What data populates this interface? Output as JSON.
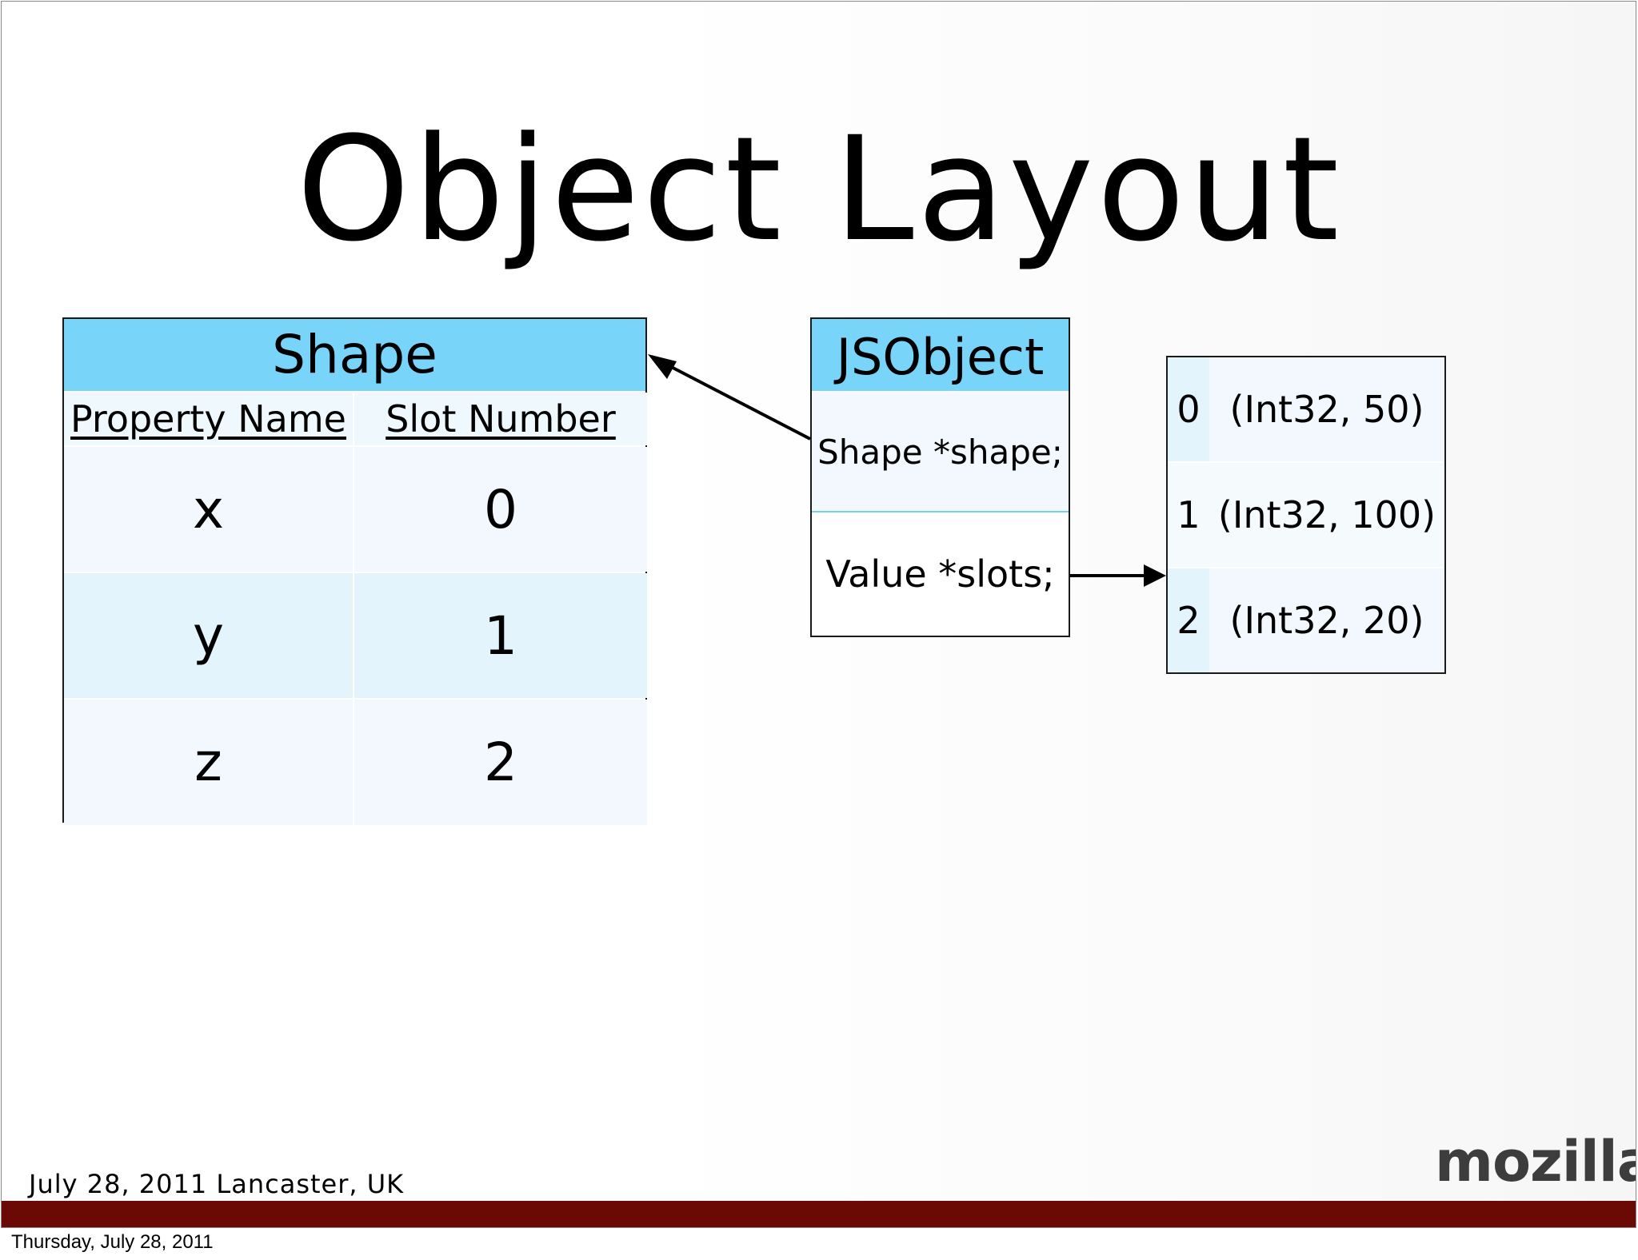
{
  "slide": {
    "title": "Object Layout",
    "footer_left": "July 28, 2011 Lancaster, UK",
    "logo_text": "mozilla",
    "bar_color": "#6b0a04"
  },
  "shape_table": {
    "title": "Shape",
    "columns": [
      "Property Name",
      "Slot Number"
    ],
    "rows": [
      {
        "name": "x",
        "slot": "0"
      },
      {
        "name": "y",
        "slot": "1"
      },
      {
        "name": "z",
        "slot": "2"
      }
    ],
    "header_color": "#79d4fa"
  },
  "jsobject": {
    "title": "JSObject",
    "field_shape": "Shape *shape;",
    "field_slots": "Value *slots;"
  },
  "slots_array": [
    {
      "index": "0",
      "value": "(Int32, 50)"
    },
    {
      "index": "1",
      "value": "(Int32, 100)"
    },
    {
      "index": "2",
      "value": "(Int32, 20)"
    }
  ],
  "print_date": "Thursday, July 28, 2011"
}
